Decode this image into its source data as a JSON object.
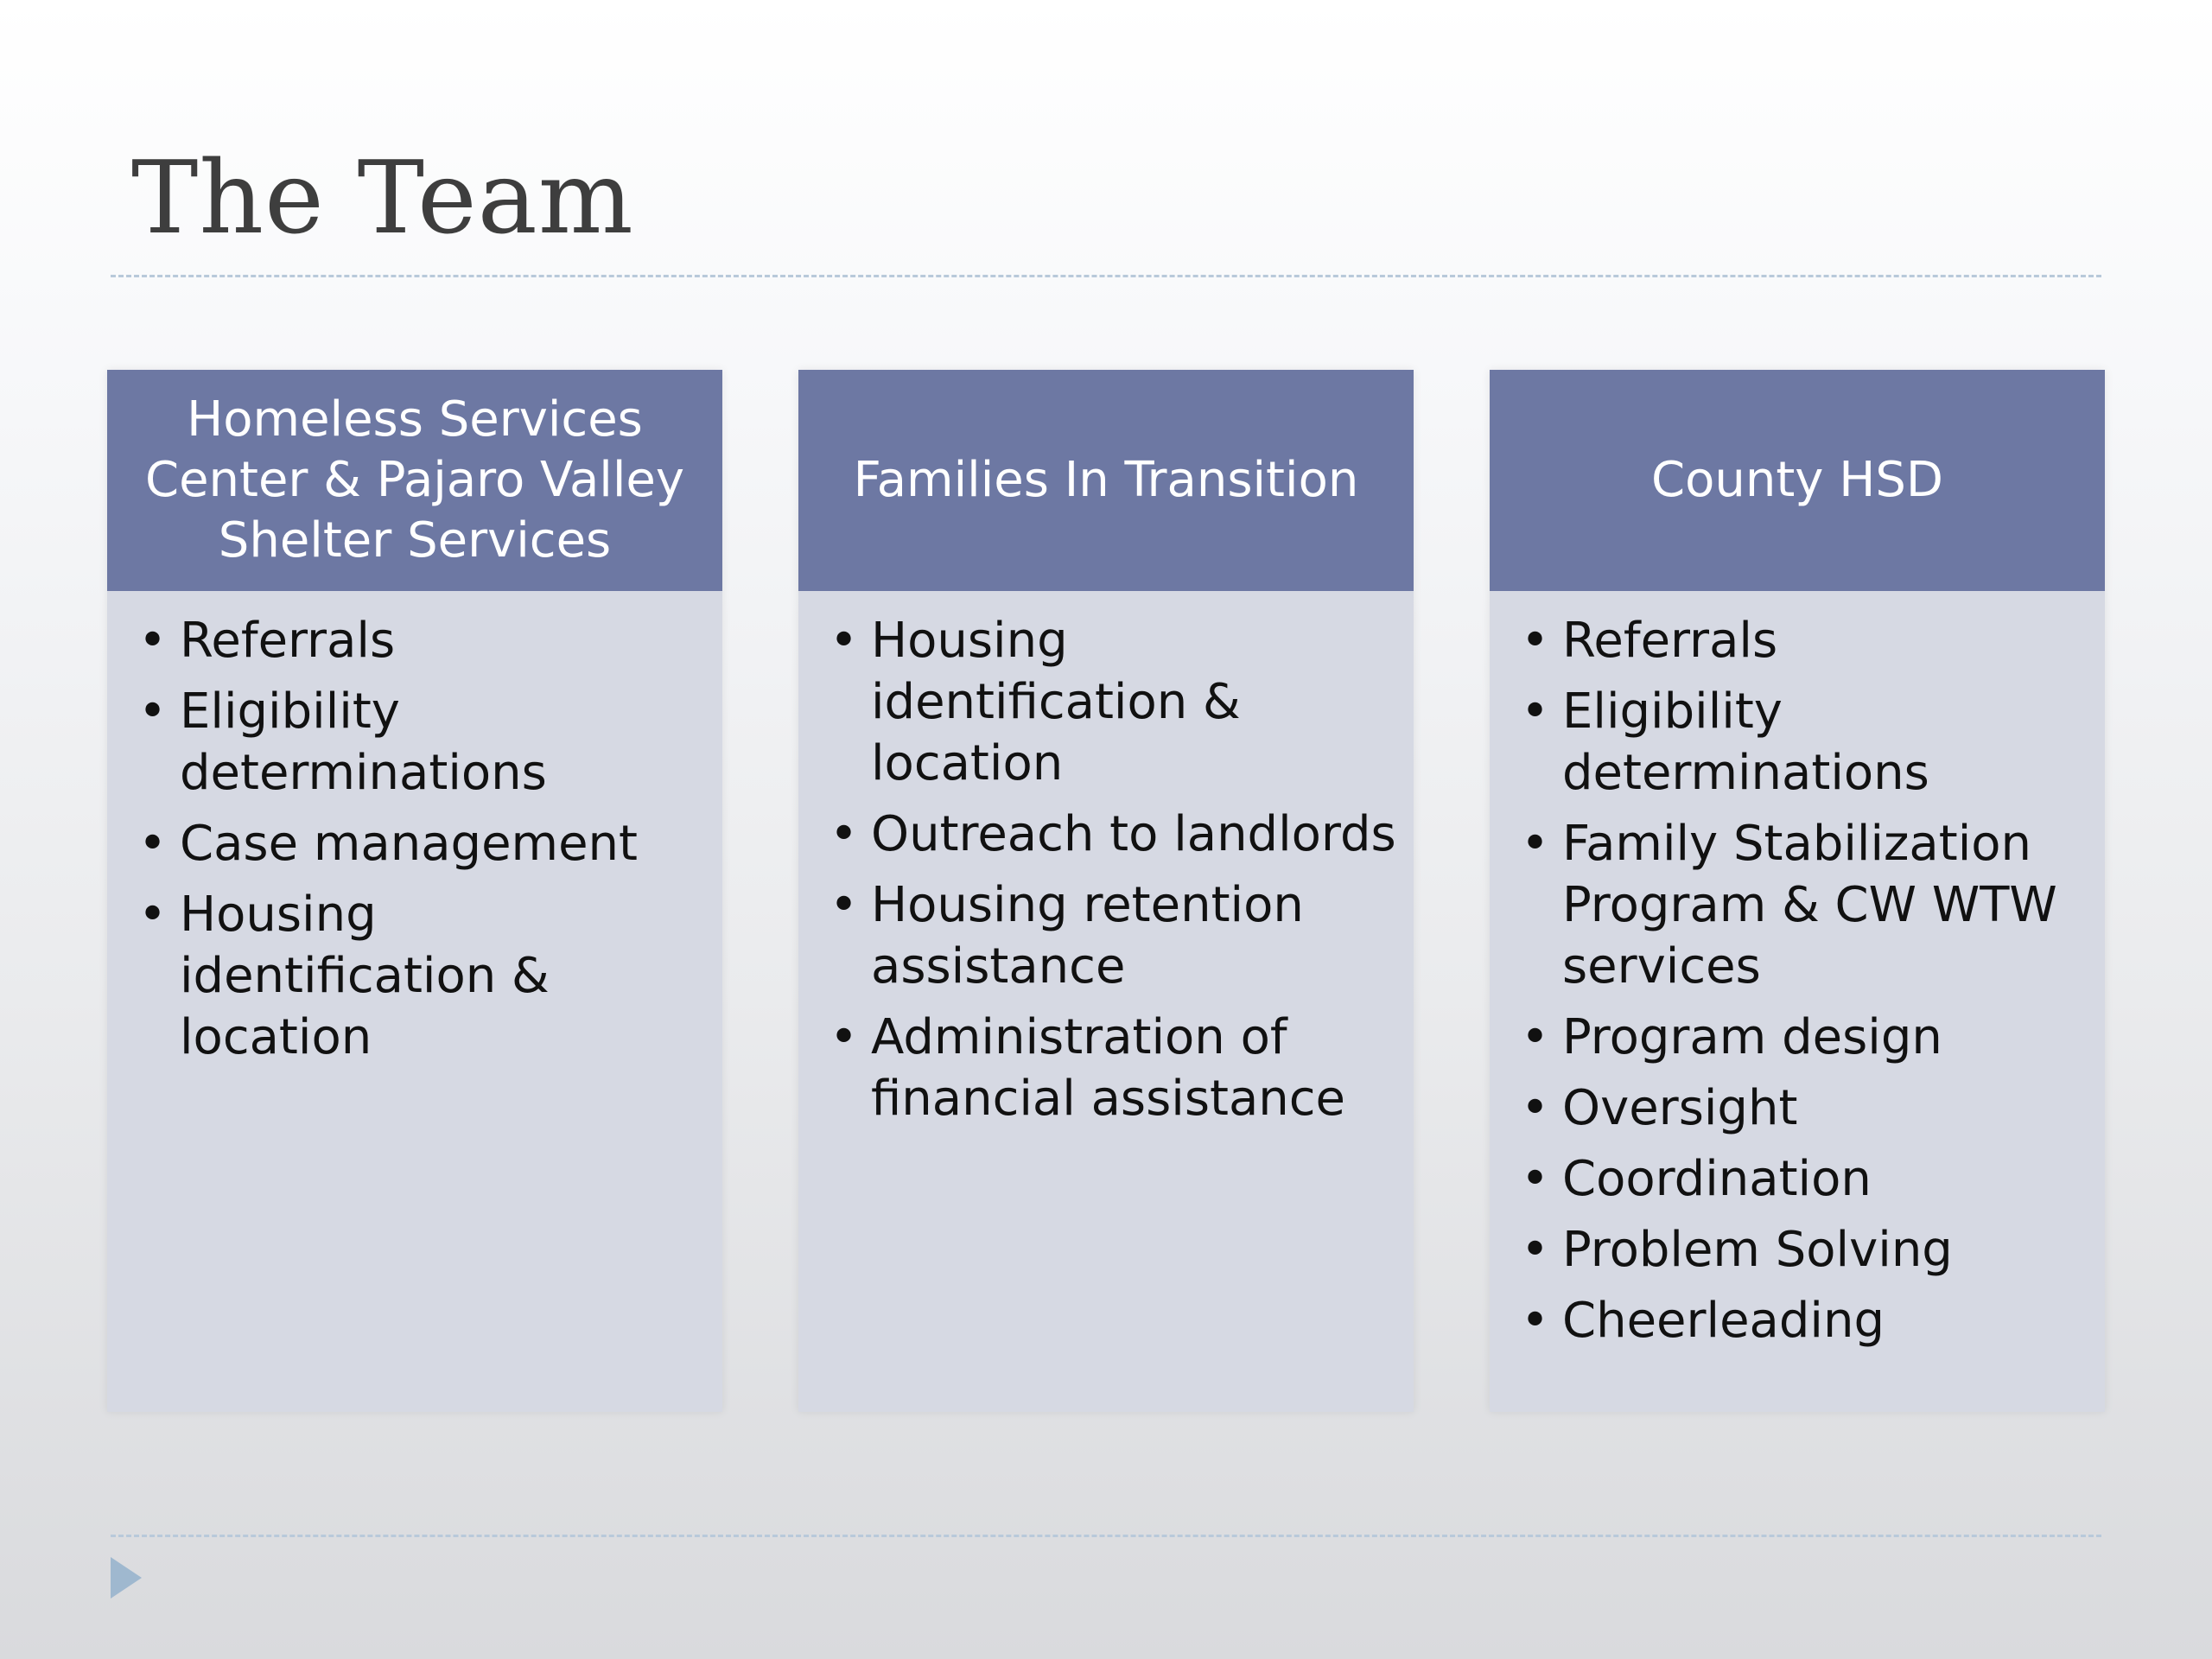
{
  "slide": {
    "title": "The Team"
  },
  "columns": [
    {
      "header": "Homeless Services Center & Pajaro Valley Shelter Services",
      "items": [
        "Referrals",
        "Eligibility determinations",
        "Case management",
        "Housing identification & location"
      ]
    },
    {
      "header": "Families In Transition",
      "items": [
        "Housing identification & location",
        "Outreach to landlords",
        "Housing retention assistance",
        "Administration of financial assistance"
      ]
    },
    {
      "header": "County HSD",
      "items": [
        "Referrals",
        "Eligibility determinations",
        "Family Stabilization Program & CW WTW services",
        "Program design",
        "Oversight",
        "Coordination",
        "Problem Solving",
        "Cheerleading"
      ]
    }
  ],
  "colors": {
    "header_fill": "#6d78a3",
    "body_fill": "#d6d9e3",
    "rule": "#b8c9da",
    "accent_icon": "#9fb8cf"
  },
  "icons": {
    "footer": "play-triangle-icon"
  }
}
